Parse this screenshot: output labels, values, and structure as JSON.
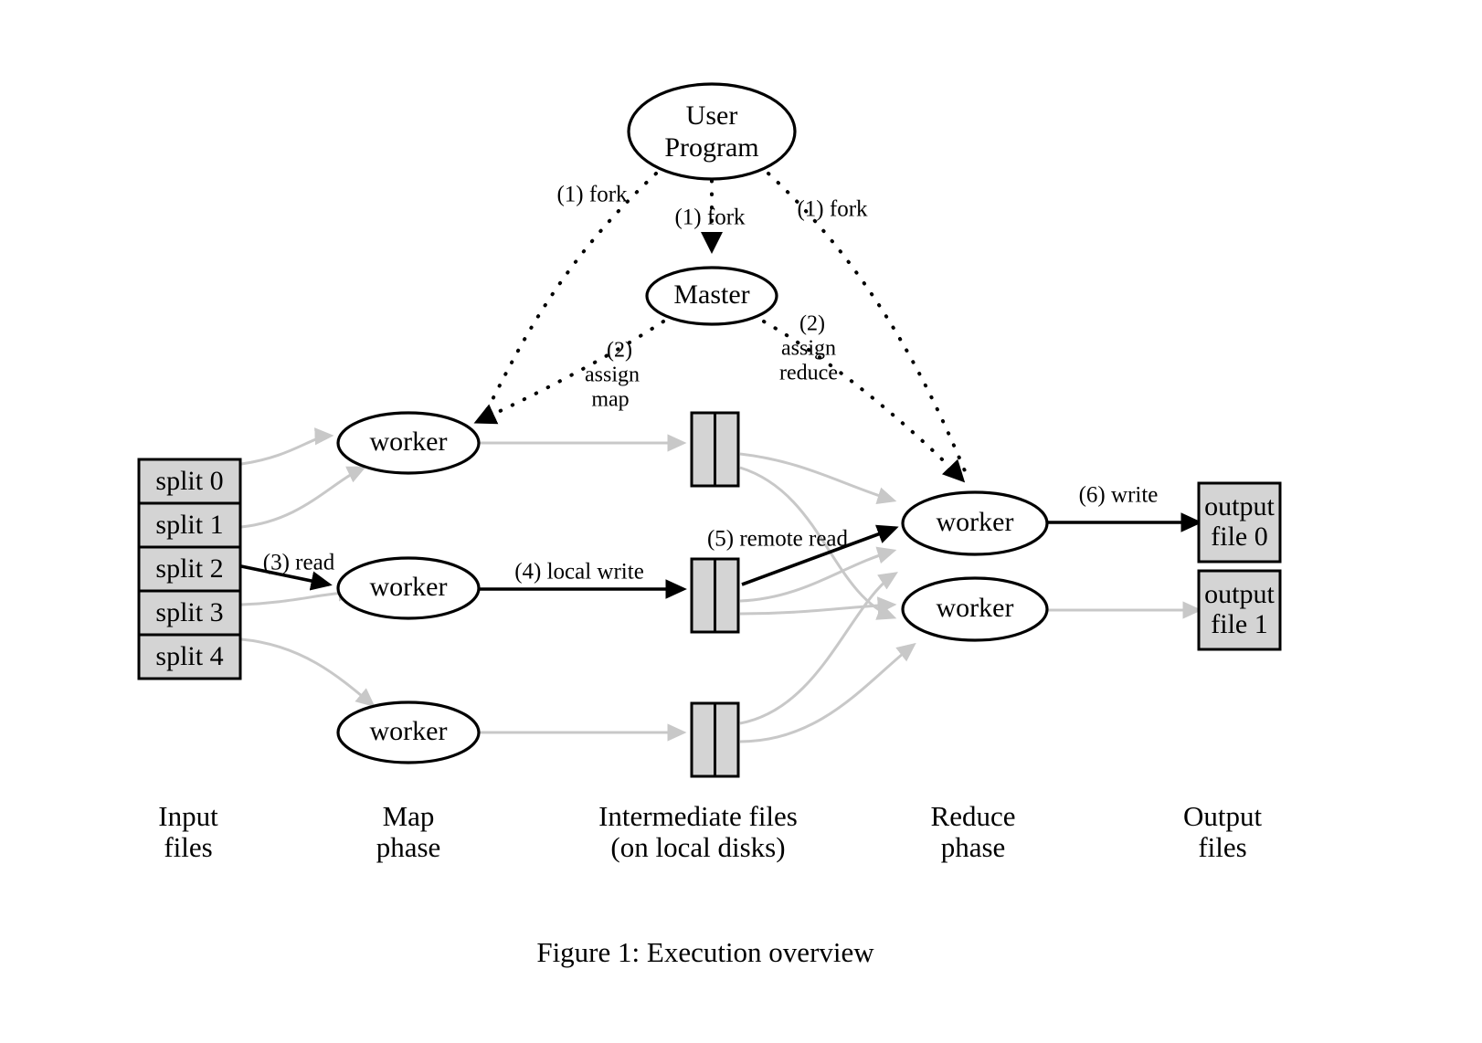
{
  "figure": {
    "caption": "Figure 1: Execution overview"
  },
  "nodes": {
    "user_program": {
      "line1": "User",
      "line2": "Program"
    },
    "master": {
      "label": "Master"
    },
    "map_workers": [
      {
        "label": "worker"
      },
      {
        "label": "worker"
      },
      {
        "label": "worker"
      }
    ],
    "reduce_workers": [
      {
        "label": "worker"
      },
      {
        "label": "worker"
      }
    ]
  },
  "input_files": {
    "splits": [
      "split 0",
      "split 1",
      "split 2",
      "split 3",
      "split 4"
    ]
  },
  "output_files": [
    {
      "line1": "output",
      "line2": "file 0"
    },
    {
      "line1": "output",
      "line2": "file 1"
    }
  ],
  "intermediate_files": {
    "count": 3,
    "panels_per_file": 2
  },
  "steps": {
    "fork_left": "(1) fork",
    "fork_center": "(1) fork",
    "fork_right": "(1) fork",
    "assign_map_num": "(2)",
    "assign_map_l1": "assign",
    "assign_map_l2": "map",
    "assign_reduce_num": "(2)",
    "assign_reduce_l1": "assign",
    "assign_reduce_l2": "reduce",
    "read": "(3) read",
    "local_write": "(4) local write",
    "remote_read": "(5) remote read",
    "write": "(6) write"
  },
  "phase_labels": [
    {
      "line1": "Input",
      "line2": "files"
    },
    {
      "line1": "Map",
      "line2": "phase"
    },
    {
      "line1": "Intermediate files",
      "line2": "(on local disks)"
    },
    {
      "line1": "Reduce",
      "line2": "phase"
    },
    {
      "line1": "Output",
      "line2": "files"
    }
  ],
  "colors": {
    "background": "#ffffff",
    "stroke": "#000000",
    "box_fill": "#d4d4d4",
    "gray_edge": "#c8c8c8"
  }
}
